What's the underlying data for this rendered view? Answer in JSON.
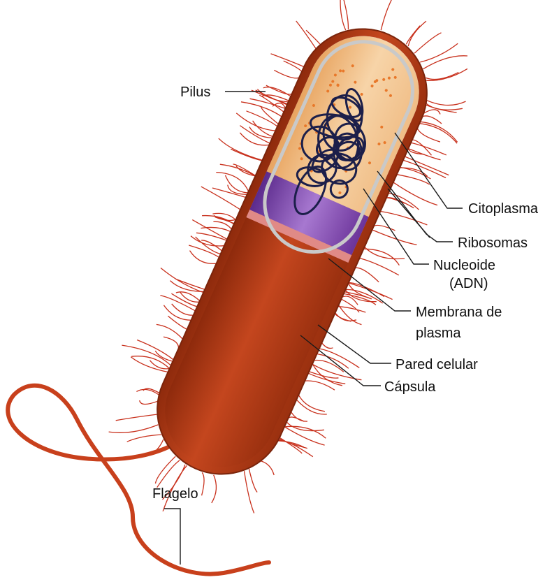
{
  "diagram": {
    "labels": {
      "pilus": "Pilus",
      "citoplasma": "Citoplasma",
      "ribosomas": "Ribosomas",
      "nucleoide_line1": "Nucleoide",
      "nucleoide_line2": "(ADN)",
      "membrana_line1": "Membrana de",
      "membrana_line2": "plasma",
      "pared": "Pared celular",
      "capsula": "Cápsula",
      "flagelo": "Flagelo"
    },
    "colors": {
      "capsule": "#b83a14",
      "capsule_dark": "#8e2a0c",
      "pili": "#c8301c",
      "cell_wall": "#d9787a",
      "membrane": "#7a3fa8",
      "cytoplasm": "#f2c08a",
      "ribosome": "#e8782a",
      "dna": "#1c1f4a",
      "flagellum": "#c8401c"
    }
  }
}
